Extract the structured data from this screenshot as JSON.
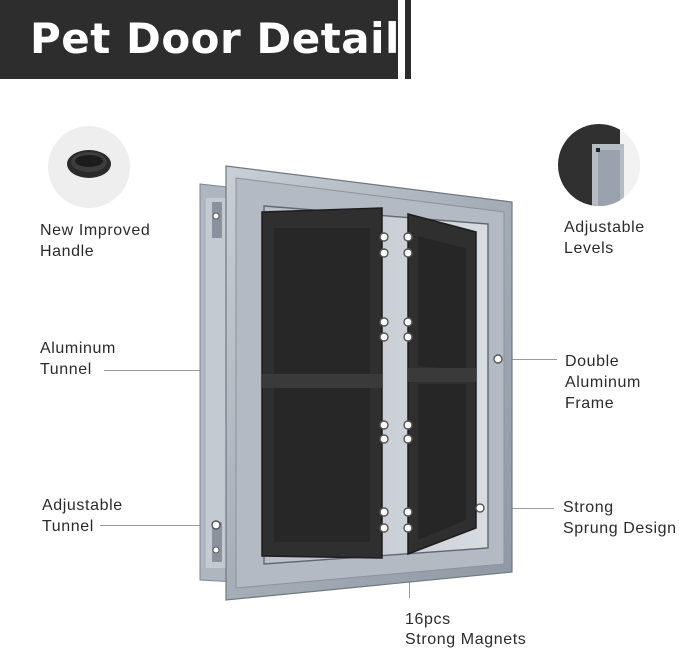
{
  "title": "Pet Door Detail",
  "labels": {
    "handle": [
      "New Improved",
      "Handle"
    ],
    "levels": [
      "Adjustable",
      "Levels"
    ],
    "aluminum_tunnel": [
      "Aluminum",
      "Tunnel"
    ],
    "frame": [
      "Double",
      "Aluminum",
      "Frame"
    ],
    "adjustable_tunnel": [
      "Adjustable",
      "Tunnel"
    ],
    "sprung": [
      "Strong",
      "Sprung Design"
    ],
    "magnets": [
      "16pcs",
      "Strong Magnets"
    ]
  },
  "colors": {
    "banner": "#2d2d2d",
    "frame": "#a9b1ba",
    "flap": "#2f2f2f"
  },
  "icons": [
    "handle-icon",
    "level-corner-icon"
  ]
}
